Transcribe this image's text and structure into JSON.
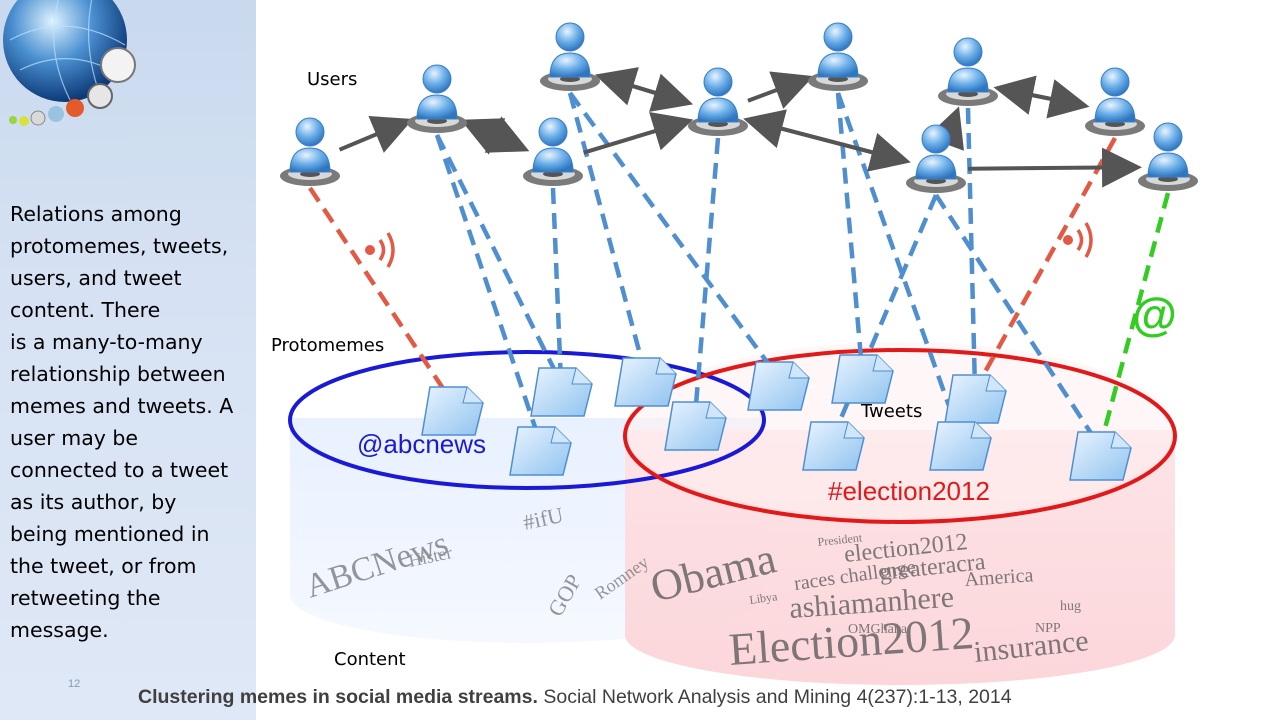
{
  "sidebar": {
    "description": "Relations among\nprotomemes, tweets,\nusers, and tweet\ncontent. There\nis a many-to-many\nrelationship between\nmemes and tweets. A\nuser may be\nconnected to a tweet\nas its author, by\nbeing mentioned in\nthe tweet, or from\nretweeting the\nmessage.",
    "slide_number": "12"
  },
  "diagram": {
    "labels": {
      "users": "Users",
      "protomemes": "Protomemes",
      "tweets": "Tweets",
      "content": "Content"
    },
    "hashtags": {
      "left": "@abcnews",
      "right": "#election2012"
    },
    "symbols": {
      "mention": "@"
    },
    "word_cloud_left": [
      "ABCNews",
      "#ifU",
      "Hister",
      "GOP",
      "Romney"
    ],
    "word_cloud_right": [
      "Obama",
      "election2012",
      "ashiamanhere",
      "Election2012",
      "insurance",
      "greateracra",
      "America",
      "races challenge",
      "OMGhana",
      "NPP",
      "Libya",
      "hug",
      "President"
    ],
    "colors": {
      "blue_circle": "#1a1ad6",
      "red_circle": "#e01a1a",
      "blue_link": "#4f8fd0",
      "red_link": "#e25a45",
      "green_link": "#33cc22",
      "user_node": "#6aaee8"
    }
  },
  "citation": {
    "title": "Clustering memes in social media streams.",
    "source": " Social Network Analysis and Mining 4(237):1-13, 2014"
  }
}
